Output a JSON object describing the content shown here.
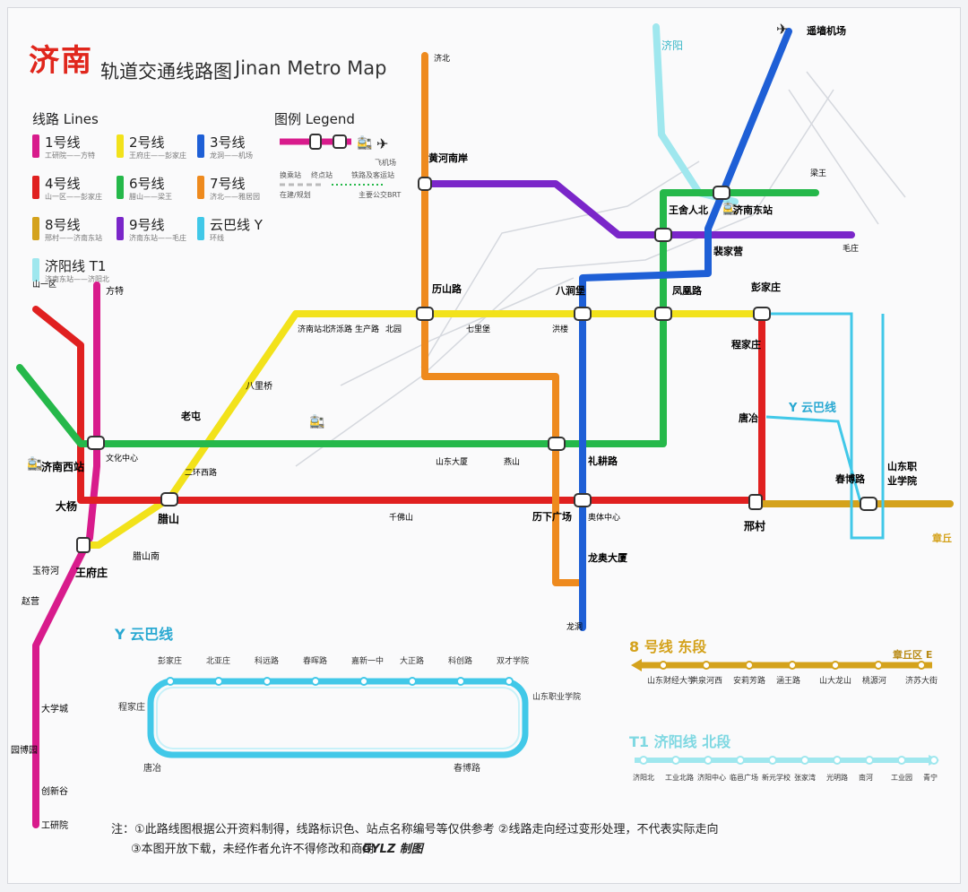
{
  "title": {
    "cn": "济南",
    "sub": "轨道交通线路图",
    "en": "Jinan Metro Map"
  },
  "lines_heading": "线路 Lines",
  "legend_heading": "图例 Legend",
  "lines": [
    {
      "name": "1号线",
      "color": "#d81b8c",
      "range": "工研院——方特"
    },
    {
      "name": "2号线",
      "color": "#f2e21b",
      "range": "王府庄——彭家庄"
    },
    {
      "name": "3号线",
      "color": "#1e5fd6",
      "range": "龙洞——机场"
    },
    {
      "name": "4号线",
      "color": "#e02020",
      "range": "山一区——彭家庄"
    },
    {
      "name": "6号线",
      "color": "#25b84a",
      "range": "腊山——梁王"
    },
    {
      "name": "7号线",
      "color": "#ee8a1e",
      "range": "济北——雅居园"
    },
    {
      "name": "8号线",
      "color": "#d4a21c",
      "range": "邢村——济南东站"
    },
    {
      "name": "9号线",
      "color": "#7a26c9",
      "range": "济南东站——毛庄"
    },
    {
      "name": "云巴线 Y",
      "color": "#41c8e8",
      "range": "环线"
    },
    {
      "name": "济阳线 T1",
      "color": "#9fe7ee",
      "range": "济南东站——济阳北"
    }
  ],
  "legend": {
    "transfer": "换乘站",
    "terminal": "终点站",
    "airport": "飞机场",
    "brt": "主要公交BRT",
    "railway": "铁路及客运站",
    "building": "在建/规划"
  },
  "stations": {
    "s1": "方特",
    "s2": "王府庄",
    "s3": "大杨",
    "s4": "玉符河",
    "s5": "赵营",
    "s6": "大学城",
    "s7": "园博园",
    "s8": "创新谷",
    "s9": "工研院",
    "s10": "济南西站",
    "s11": "腊山",
    "s12": "腊山南",
    "s13": "八里桥",
    "s14": "济南站北",
    "s15": "生产路",
    "s16": "北园",
    "s17": "洪楼",
    "s18": "七里堡",
    "s19": "彭家庄",
    "s20": "程家庄",
    "s21": "唐冶",
    "s22": "邢村",
    "s23": "历下广场",
    "s24": "山东大厦",
    "s25": "文化中心",
    "s26": "老屯",
    "s27": "燕山",
    "s28": "王舍人北",
    "s29": "济南东站",
    "s30": "裴家营",
    "s31": "遥墙机场",
    "s32": "济阳",
    "s33": "黄河南岸",
    "s34": "历山路",
    "s35": "八涧堡",
    "s36": "凤凰路",
    "s37": "龙奥大厦",
    "s38": "礼耕路",
    "s39": "春博路",
    "s40": "山东职业学院",
    "s41": "章丘",
    "s42": "毛庄",
    "s43": "山一区",
    "s44": "济北",
    "s45": "龙洞",
    "s46": "梁王",
    "s47": "济泺路",
    "s48": "千佛山",
    "s49": "二环西路",
    "s50": "奥体中心"
  },
  "yun_title": "Y 云巴线",
  "yun_label": "Y 云巴线",
  "line8_title": "8 号线 东段",
  "line8_end": "章丘区 E",
  "t1_title": "T1 济阳线 北段",
  "yun_stations": [
    "彭家庄",
    "北亚庄",
    "科远路",
    "春晖路",
    "嘉新一中",
    "大正路",
    "科创路",
    "双才学院",
    "山东职业学院",
    "唐冶",
    "春博路",
    "程家庄"
  ],
  "line8_stations": [
    "山东财经大学",
    "洪泉河西",
    "安莉芳路",
    "涵王路",
    "山大龙山",
    "桃源河",
    "济苏大街"
  ],
  "t1_stations": [
    "济阳北",
    "工业北路",
    "济阳中心",
    "临邑广场",
    "新元学校",
    "张家湾",
    "光明路",
    "南河",
    "工业园",
    "青宁"
  ],
  "note1": "注：①此路线图根据公开资料制得，线路标识色、站点名称编号等仅供参考  ②线路走向经过变形处理，不代表实际走向",
  "note2": "③本图开放下载，未经作者允许不得修改和商用",
  "brand": "GYLZ 制图",
  "colors": {
    "bg": "#fafafb",
    "red": "#e02020",
    "green": "#25b84a",
    "yellow": "#f2e21b",
    "blue": "#1e5fd6",
    "purple": "#7a26c9",
    "orange": "#ee8a1e",
    "magenta": "#d81b8c",
    "gold": "#d4a21c",
    "cyan": "#41c8e8",
    "t1": "#9fe7ee"
  }
}
